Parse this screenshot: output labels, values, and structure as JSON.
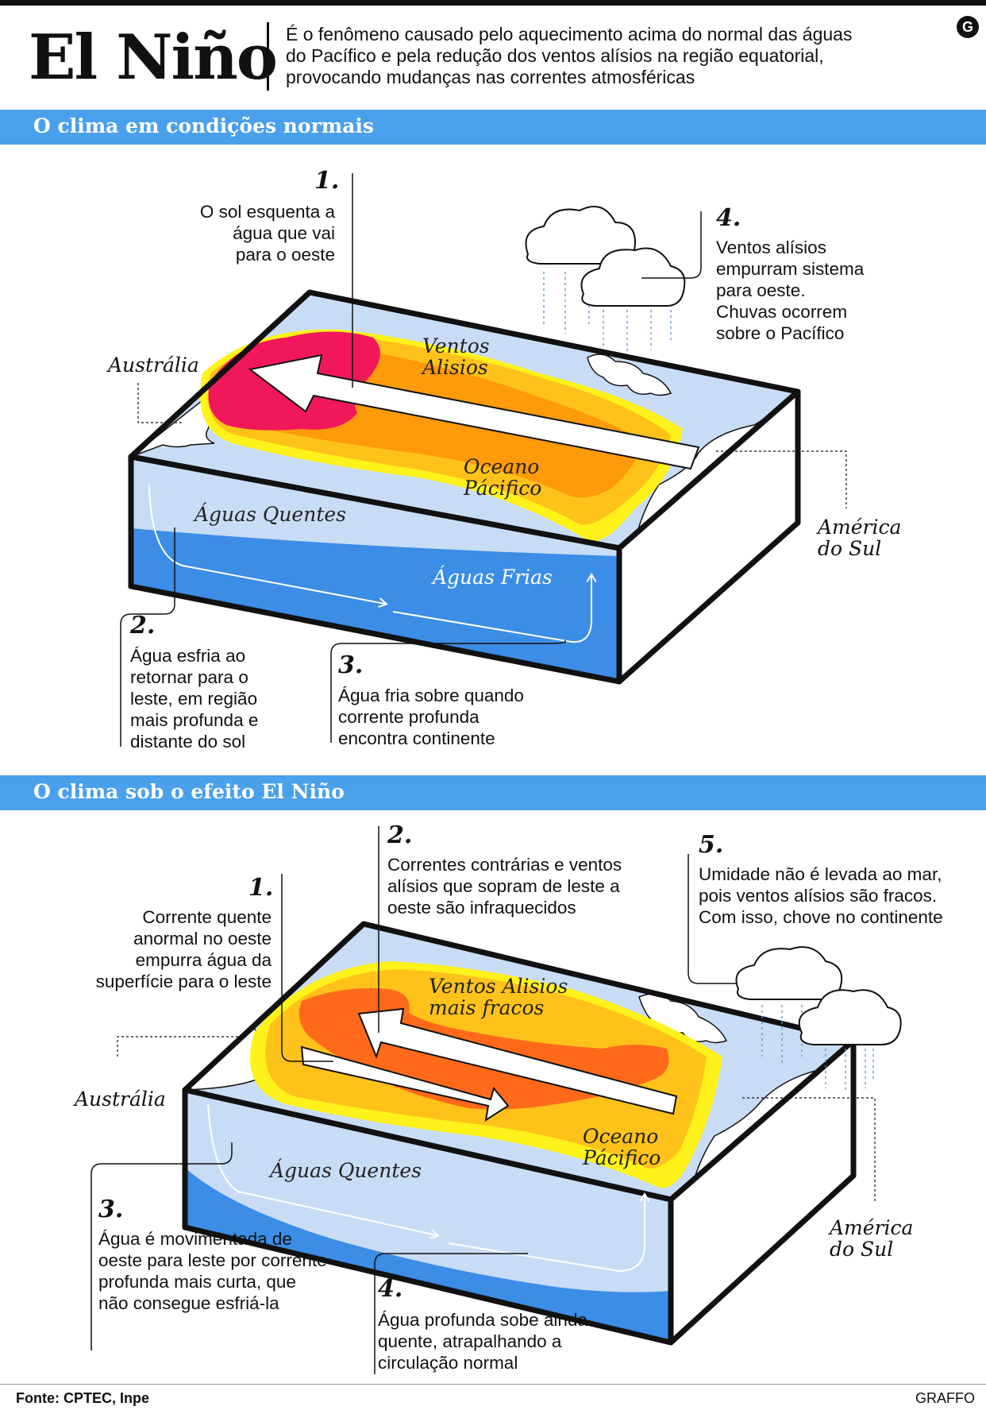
{
  "header": {
    "title": "El Niño",
    "intro_lines": [
      "É o fenômeno causado pelo aquecimento acima do normal das águas",
      "do Pacífico e pela redução dos ventos alísios na região equatorial,",
      "provocando mudanças nas correntes atmosféricas"
    ],
    "logo": "G"
  },
  "normal": {
    "section_title": "O clima em condições normais",
    "steps": [
      {
        "num": "1.",
        "lines": [
          "O sol esquenta a",
          "água que vai",
          "para o oeste"
        ]
      },
      {
        "num": "2.",
        "lines": [
          "Água esfria ao",
          "retornar para o",
          "leste, em região",
          "mais profunda e",
          "distante do sol"
        ]
      },
      {
        "num": "3.",
        "lines": [
          "Água fria sobre quando",
          "corrente profunda",
          "encontra continente"
        ]
      },
      {
        "num": "4.",
        "lines": [
          "Ventos alísios",
          "empurram sistema",
          "para oeste.",
          "Chuvas ocorrem",
          "sobre o Pacífico"
        ]
      }
    ],
    "labels": {
      "australia": "Austrália",
      "america_l1": "América",
      "america_l2": "do Sul",
      "ventos_l1": "Ventos",
      "ventos_l2": "Alisios",
      "oceano_l1": "Oceano",
      "oceano_l2": "Pácifico",
      "aguas_quentes": "Águas Quentes",
      "aguas_frias": "Águas Frias"
    }
  },
  "elnino": {
    "section_title": "O clima sob o efeito El Niño",
    "steps": [
      {
        "num": "1.",
        "lines": [
          "Corrente quente",
          "anormal no oeste",
          "empurra água da",
          "superfície para o leste"
        ]
      },
      {
        "num": "2.",
        "lines": [
          "Correntes contrárias e ventos",
          "alísios que sopram de leste a",
          "oeste são infraquecidos"
        ]
      },
      {
        "num": "3.",
        "lines": [
          "Água é movimentada de",
          "oeste para leste por corrente",
          "profunda mais curta, que",
          "não consegue esfriá-la"
        ]
      },
      {
        "num": "4.",
        "lines": [
          "Água profunda sobe ainda",
          "quente, atrapalhando a",
          "circulação normal"
        ]
      },
      {
        "num": "5.",
        "lines": [
          "Umidade não é levada ao mar,",
          "pois ventos alísios são fracos.",
          "Com isso, chove no continente"
        ]
      }
    ],
    "labels": {
      "australia": "Austrália",
      "america_l1": "América",
      "america_l2": "do Sul",
      "ventos_l1": "Ventos Alisios",
      "ventos_l2": "mais fracos",
      "oceano_l1": "Oceano",
      "oceano_l2": "Pácifico",
      "aguas_quentes": "Águas Quentes"
    }
  },
  "footer": {
    "source": "Fonte: CPTEC, Inpe",
    "credit": "GRAFFO"
  },
  "colors": {
    "band": "#4aa0ea",
    "ocean_light": "#c8dcf5",
    "ocean_deep": "#3b8de6",
    "yellow": "#fff21a",
    "amber": "#ffc21a",
    "orange": "#ff9a0a",
    "hot": "#ff6a1a",
    "magenta": "#f0185a"
  }
}
